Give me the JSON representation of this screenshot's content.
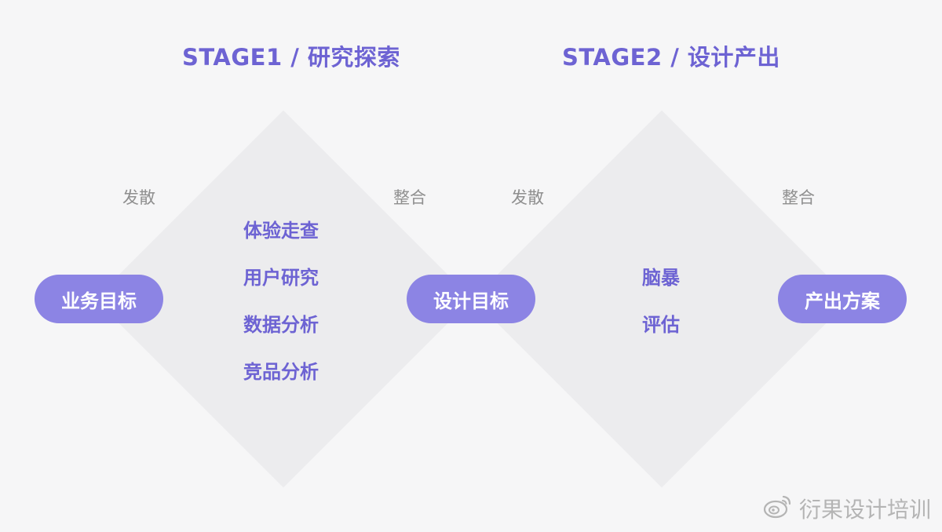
{
  "stage1": {
    "title": "STAGE1 / 研究探索",
    "diverge": "发散",
    "converge": "整合",
    "methods": [
      "体验走查",
      "用户研究",
      "数据分析",
      "竞品分析"
    ]
  },
  "stage2": {
    "title": "STAGE2 / 设计产出",
    "diverge": "发散",
    "converge": "整合",
    "methods": [
      "脑暴",
      "评估"
    ]
  },
  "nodes": {
    "start": "业务目标",
    "middle": "设计目标",
    "end": "产出方案"
  },
  "watermark": {
    "text": "衍果设计培训",
    "icon": "weibo-icon"
  },
  "colors": {
    "accent": "#6d63d3",
    "pill": "#8c84e4",
    "diamond": "#ececee",
    "label": "#8f8f8f"
  }
}
